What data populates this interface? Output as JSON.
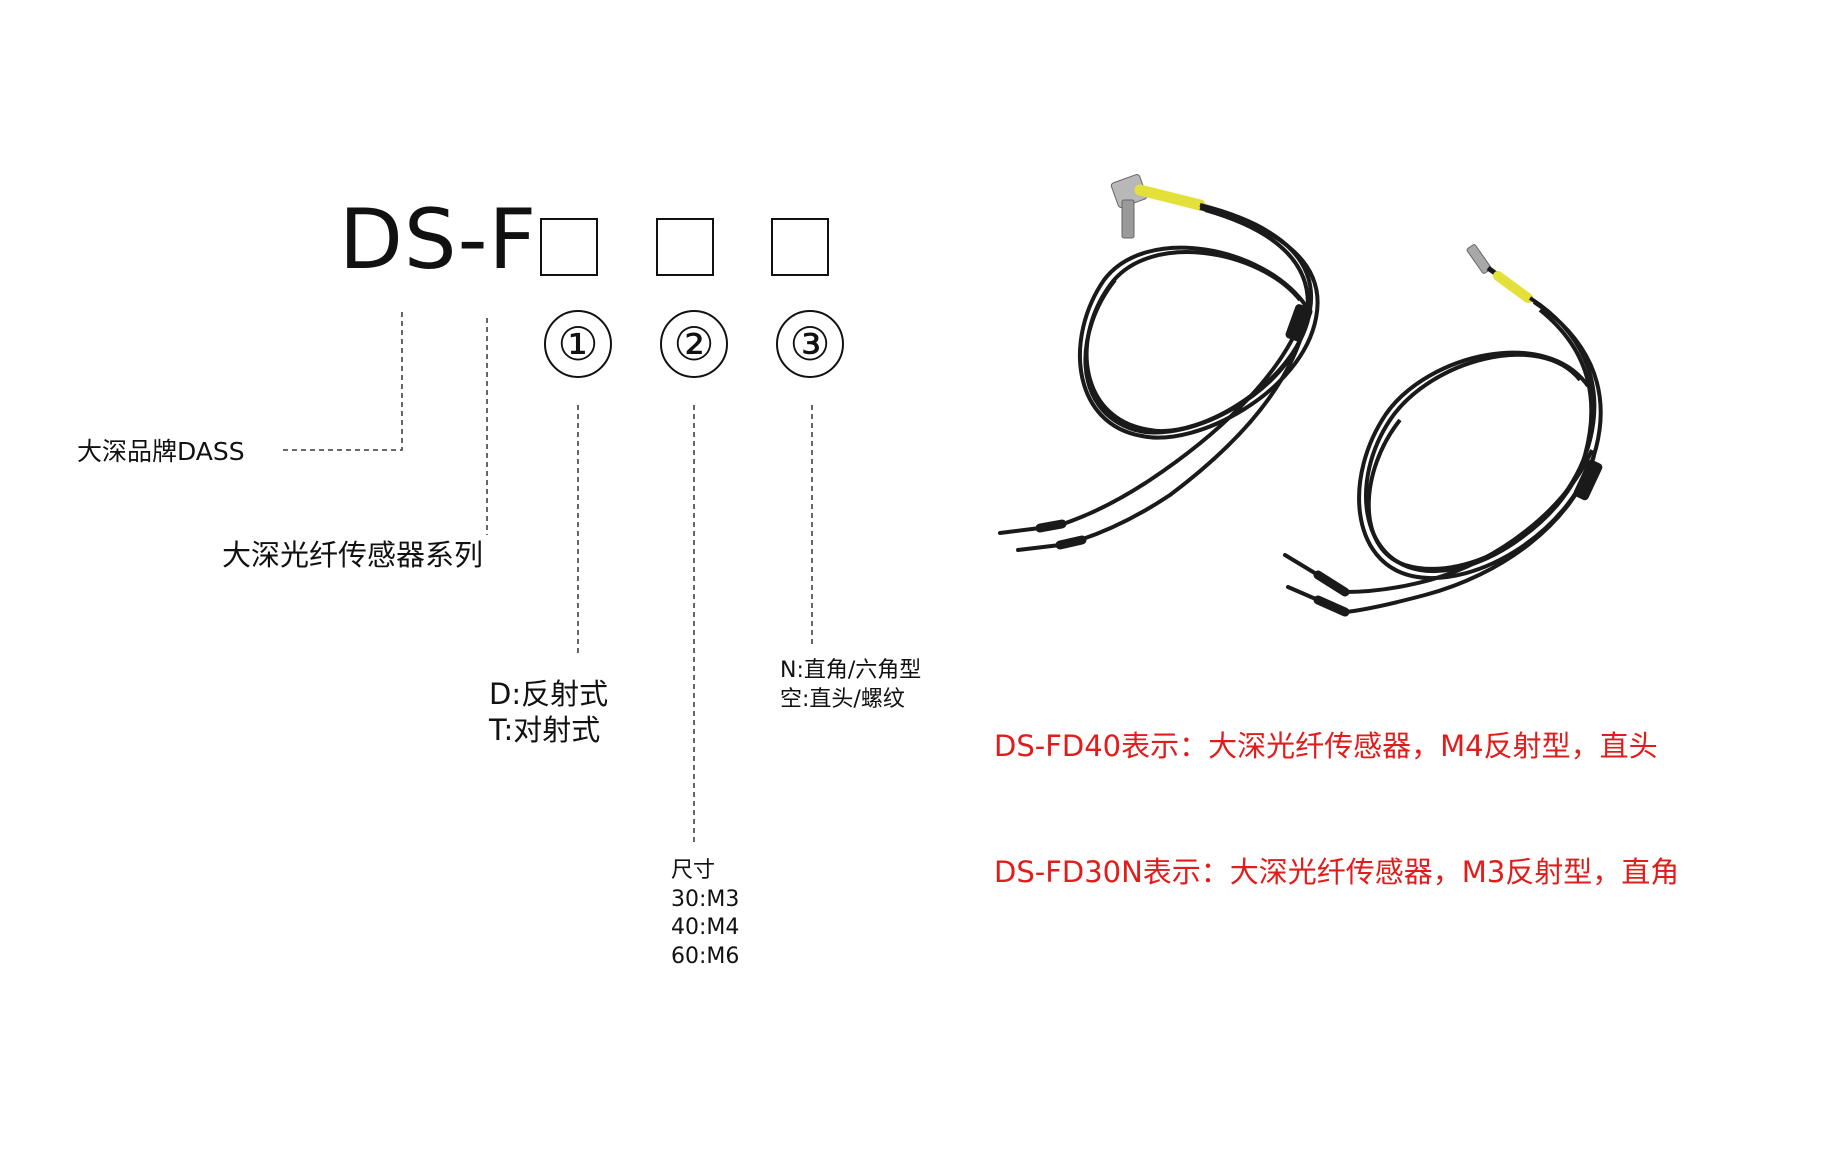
{
  "code": {
    "prefix": "DS-F",
    "slots": 3
  },
  "markers": [
    "①",
    "②",
    "③"
  ],
  "labels": {
    "brand": "大深品牌DASS",
    "series": "大深光纤传感器系列",
    "type": [
      "D:反射式",
      "T:对射式"
    ],
    "size": [
      "尺寸",
      "30:M3",
      "40:M4",
      "60:M6"
    ],
    "head": [
      "N:直角/六角型",
      "空:直头/螺纹"
    ]
  },
  "examples": [
    "DS-FD40表示：大深光纤传感器，M4反射型，直头",
    "DS-FD30N表示：大深光纤传感器，M3反射型，直角"
  ],
  "colors": {
    "text": "#111111",
    "example": "#e21b1b",
    "line": "#555555",
    "cable": "#1a1a1a",
    "sleeve": "#e4e03a",
    "metal": "#b8b8b8"
  },
  "images": [
    {
      "name": "right-angle-fiber-sensor",
      "description_icon": "fiber-optic-cable-icon"
    },
    {
      "name": "straight-head-fiber-sensor",
      "description_icon": "fiber-optic-cable-icon"
    }
  ]
}
